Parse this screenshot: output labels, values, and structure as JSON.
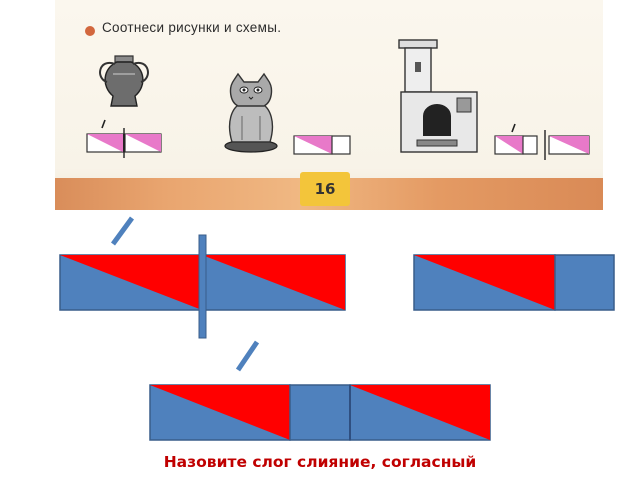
{
  "textbook": {
    "instruction": "Соотнеси рисунки и схемы.",
    "page_number": "16"
  },
  "pictures": [
    {
      "name": "vase-picture"
    },
    {
      "name": "cat-picture"
    },
    {
      "name": "stove-picture"
    }
  ],
  "caption": "Назовите слог слияние, согласный",
  "colors": {
    "fill_blue": "#4f81bd",
    "triangle_red": "#ff0000",
    "stress_blue": "#3a64a8",
    "scheme_pink": "#e879c9",
    "caption_red": "#c00000"
  }
}
